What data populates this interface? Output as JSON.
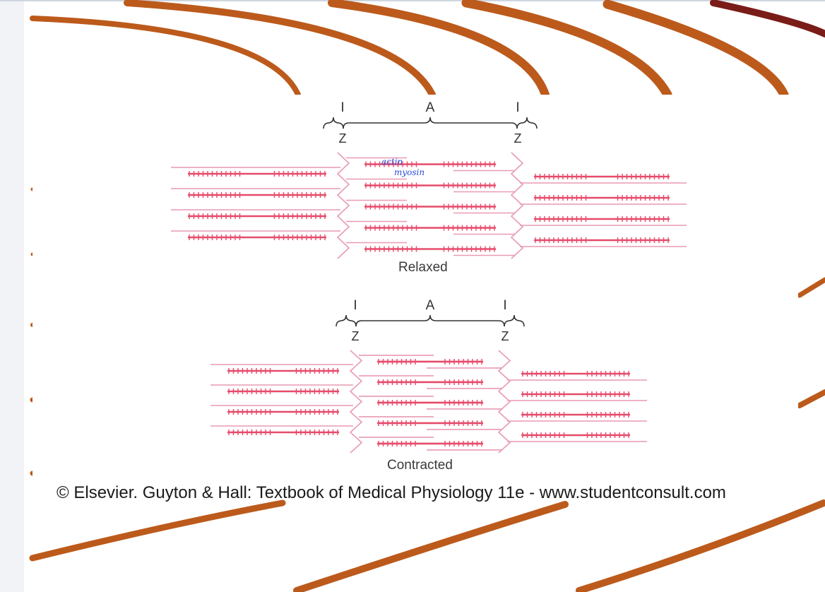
{
  "band_labels": {
    "i_band": "I",
    "a_band": "A",
    "z_line": "Z"
  },
  "states": {
    "relaxed": "Relaxed",
    "contracted": "Contracted"
  },
  "annotations": {
    "actin": "actin",
    "myosin": "myosin"
  },
  "credit": "© Elsevier. Guyton & Hall: Textbook of Medical Physiology 11e - www.studentconsult.com",
  "colors": {
    "filament": "#e64a6a",
    "actin_line": "#e99ab3",
    "decor_arc": "#bc5a1c",
    "decor_arc_dark": "#7a1c18",
    "bracket": "#333333",
    "handwriting": "#2a4bd8"
  }
}
